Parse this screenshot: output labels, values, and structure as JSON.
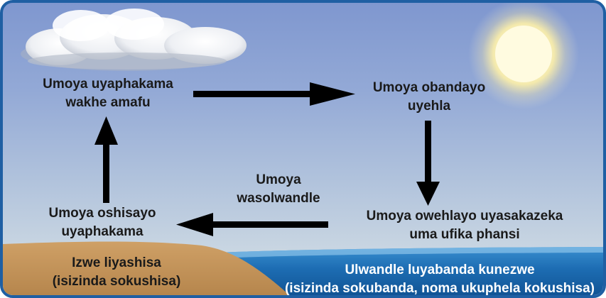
{
  "labels": {
    "rising_cloud": [
      "Umoya uyaphakama",
      "wakhe amafu"
    ],
    "cool_sinking": [
      "Umoya obandayo",
      "uyehla"
    ],
    "warm_rising": [
      "Umoya oshisayo",
      "uyaphakama"
    ],
    "sea_breeze": [
      "Umoya",
      "wasolwandle"
    ],
    "cool_spreading": [
      "Umoya owehlayo uyasakazeka",
      "uma ufika phansi"
    ],
    "land": [
      "Izwe liyashisa",
      "(isizinda sokushisa)"
    ],
    "sea": [
      "Ulwandle luyabanda kunezwe",
      "(isizinda sokubanda, noma ukuphela kokushisa)"
    ]
  },
  "colors": {
    "frame_border": "#1f5fa3",
    "sky_top": "#7f97cf",
    "sky_bottom": "#d5dde6",
    "sun": "#fff6c8",
    "land": "#c8995d",
    "sea": "#1b6fb5",
    "arrow": "#000000"
  },
  "icons": [
    "cloud-icon",
    "sun-icon",
    "arrow-right-icon",
    "arrow-down-icon",
    "arrow-left-icon",
    "arrow-up-icon"
  ]
}
